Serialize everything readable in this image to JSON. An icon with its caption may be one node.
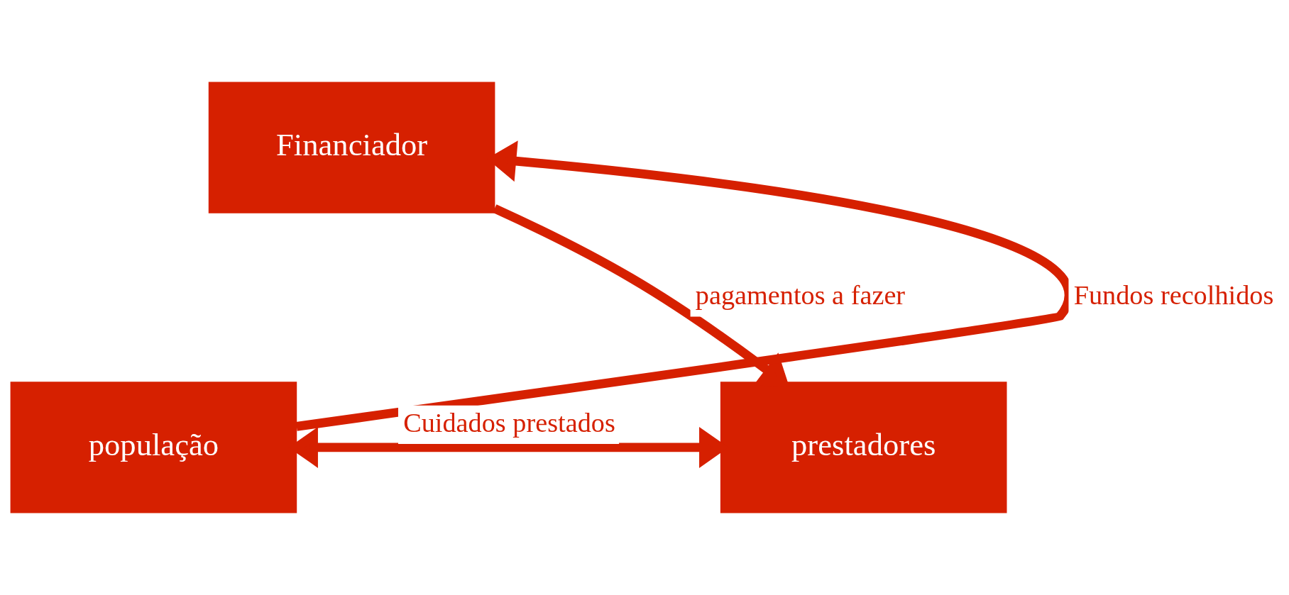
{
  "diagram": {
    "nodes": [
      {
        "text": [
          "Financiador"
        ]
      },
      {
        "text": [
          "população"
        ]
      },
      {
        "text": [
          "prestadores"
        ]
      }
    ],
    "edges": [
      {
        "from": 1,
        "to": 0,
        "arrow": "to",
        "label": "Fundos recolhidos"
      },
      {
        "from": 0,
        "to": 2,
        "arrow": "to",
        "label": "pagamentos a fazer"
      },
      {
        "from": 1,
        "to": 2,
        "arrow": "both",
        "label": "Cuidados prestados"
      }
    ]
  }
}
